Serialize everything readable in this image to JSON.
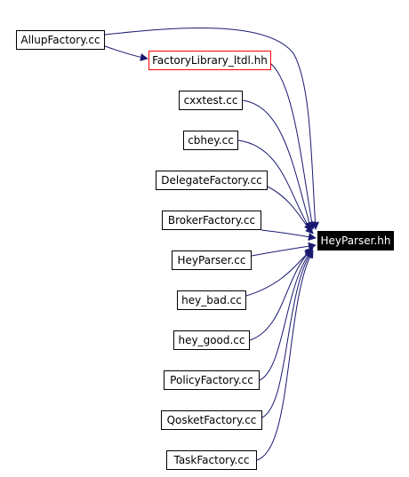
{
  "colors": {
    "edge": "#191970",
    "focus_bg": "#000000",
    "focus_text": "#ffffff",
    "red_border": "#ff0000",
    "node_border": "#000000"
  },
  "target": {
    "label": "HeyParser.hh"
  },
  "sources": [
    {
      "label": "AllupFactory.cc"
    },
    {
      "label": "FactoryLibrary_ltdl.hh"
    },
    {
      "label": "cxxtest.cc"
    },
    {
      "label": "cbhey.cc"
    },
    {
      "label": "DelegateFactory.cc"
    },
    {
      "label": "BrokerFactory.cc"
    },
    {
      "label": "HeyParser.cc"
    },
    {
      "label": "hey_bad.cc"
    },
    {
      "label": "hey_good.cc"
    },
    {
      "label": "PolicyFactory.cc"
    },
    {
      "label": "QosketFactory.cc"
    },
    {
      "label": "TaskFactory.cc"
    }
  ]
}
